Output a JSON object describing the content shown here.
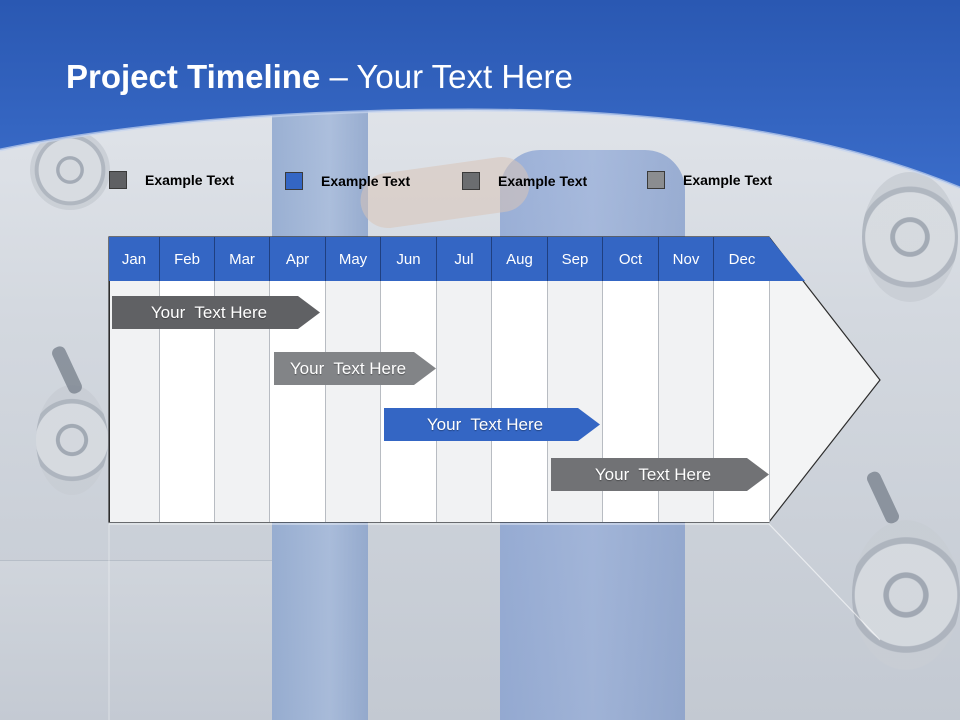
{
  "slide": {
    "title_bold": "Project Timeline",
    "title_rest": " – Your Text Here"
  },
  "legend": [
    {
      "label": "Example Text",
      "color": "#5f6063"
    },
    {
      "label": "Example Text",
      "color": "#3466c4"
    },
    {
      "label": "Example Text",
      "color": "#6b6d70"
    },
    {
      "label": "Example Text",
      "color": "#8b8d90"
    }
  ],
  "months": [
    "Jan",
    "Feb",
    "Mar",
    "Apr",
    "May",
    "Jun",
    "Jul",
    "Aug",
    "Sep",
    "Oct",
    "Nov",
    "Dec"
  ],
  "tasks": [
    {
      "label": "Your  Text Here",
      "color": "#606164"
    },
    {
      "label": "Your  Text Here",
      "color": "#828487"
    },
    {
      "label": "Your  Text Here",
      "color": "#3466c4"
    },
    {
      "label": "Your  Text Here",
      "color": "#717275"
    }
  ],
  "colors": {
    "header_blue": "#2f5fb8",
    "month_bar": "#3466c4",
    "column_light": "#f1f2f3",
    "column_white": "#ffffff"
  }
}
